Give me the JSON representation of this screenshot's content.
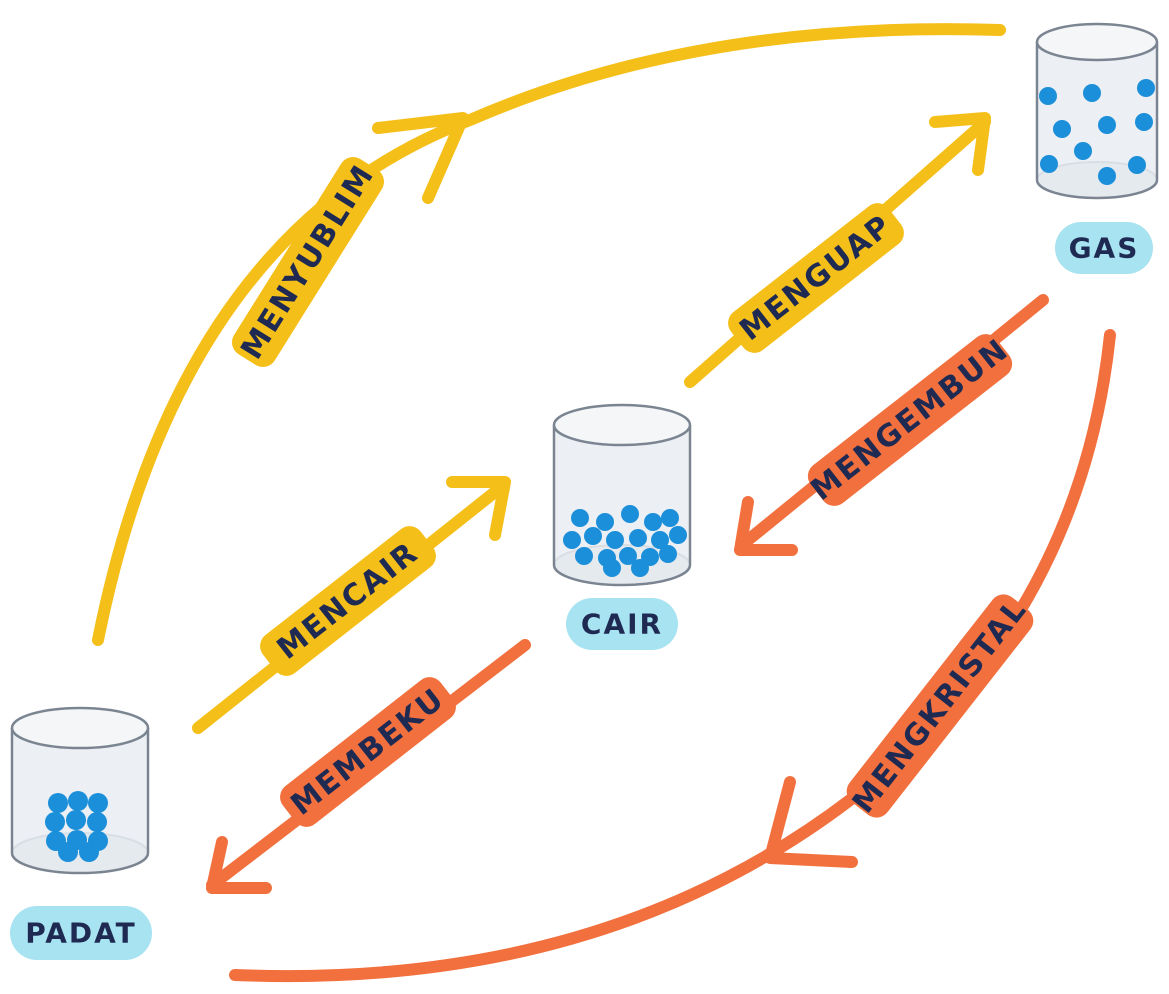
{
  "colors": {
    "heating": "#f5bf1a",
    "cooling": "#f2703e",
    "text": "#1f2a52",
    "state_pill": "#a8e3f2",
    "particle": "#1b8fd9",
    "jar_fill": "#e9edf2",
    "jar_stroke": "#7b8591"
  },
  "states": {
    "padat": {
      "label": "PADAT",
      "icon": "jar-solid-particles"
    },
    "cair": {
      "label": "CAIR",
      "icon": "jar-liquid-particles"
    },
    "gas": {
      "label": "GAS",
      "icon": "jar-gas-particles"
    }
  },
  "transitions": {
    "menyublim": {
      "label": "MENYUBLIM",
      "from": "PADAT",
      "to": "GAS"
    },
    "mencair": {
      "label": "MENCAIR",
      "from": "PADAT",
      "to": "CAIR"
    },
    "menguap": {
      "label": "MENGUAP",
      "from": "CAIR",
      "to": "GAS"
    },
    "mengembun": {
      "label": "MENGEMBUN",
      "from": "GAS",
      "to": "CAIR"
    },
    "membeku": {
      "label": "MEMBEKU",
      "from": "CAIR",
      "to": "PADAT"
    },
    "mengkristal": {
      "label": "MENGKRISTAL",
      "from": "GAS",
      "to": "PADAT"
    }
  }
}
